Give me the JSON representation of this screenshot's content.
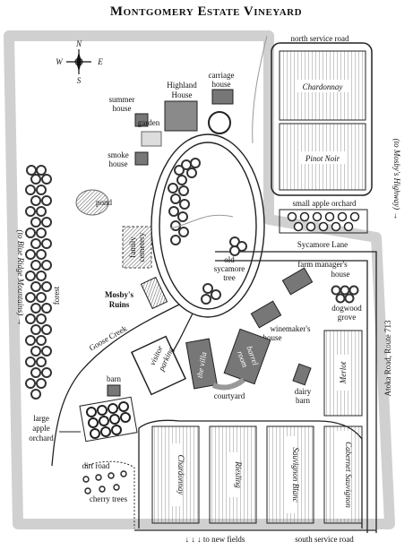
{
  "title": "Montgomery Estate Vineyard",
  "compass": {
    "n": "N",
    "s": "S",
    "e": "E",
    "w": "W"
  },
  "roads": {
    "north_service_road": "north service road",
    "south_service_road": "south service road",
    "sycamore_lane": "Sycamore Lane",
    "route_713": "Atoka Road, Route 713",
    "mosbys_highway": "(to Mosby's Highway) →",
    "blue_ridge": "(to Blue Ridge Mountains) →",
    "new_fields": "↓ ↓ ↓ to new fields",
    "dirt_road": "dirt road",
    "goose_creek": "Goose Creek"
  },
  "buildings": {
    "highland_house": [
      "Highland",
      "House"
    ],
    "carriage_house": [
      "carriage",
      "house"
    ],
    "summer_house": [
      "summer",
      "house"
    ],
    "garden": "garden",
    "smoke_house": [
      "smoke",
      "house"
    ],
    "family_cemetery": [
      "family",
      "cemetery"
    ],
    "farm_managers_house": [
      "farm manager's",
      "house"
    ],
    "winemakers_house": [
      "winemaker's",
      "house"
    ],
    "dairy_barn": [
      "dairy",
      "barn"
    ],
    "barn": "barn",
    "visitor_parking": [
      "visitor",
      "parking"
    ],
    "the_villa": "the villa",
    "barrel_room": [
      "barrel",
      "room"
    ],
    "courtyard": "courtyard",
    "mosbys_ruins": [
      "Mosby's",
      "Ruins"
    ]
  },
  "features": {
    "pond": "pond",
    "old_sycamore_tree": [
      "old",
      "sycamore",
      "tree"
    ],
    "small_apple_orchard": "small apple orchard",
    "dogwood_grove": [
      "dogwood",
      "grove"
    ],
    "large_apple_orchard": [
      "large",
      "apple",
      "orchard"
    ],
    "forest": "forest",
    "cherry_trees": "cherry trees"
  },
  "vineyards": {
    "chardonnay_north": "Chardonnay",
    "pinot_noir": "Pinot Noir",
    "merlot": "Merlot",
    "chardonnay_south": "Chardonnay",
    "riesling": "Riesling",
    "sauvignon_blanc": "Sauvignon Blanc",
    "cabernet_sauvignon": "Cabernet Sauvignon"
  }
}
